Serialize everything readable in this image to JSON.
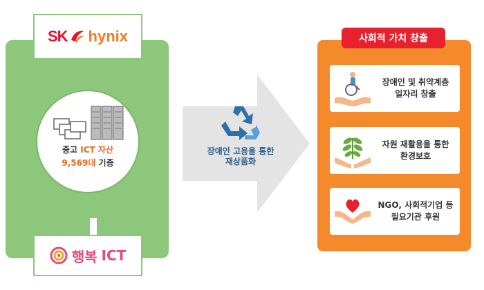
{
  "source": {
    "logo_brand": "SK",
    "logo_sub": "hynix",
    "assets_prefix": "중고 ",
    "assets_highlight": "ICT 자산",
    "count_value": "9,569대",
    "count_suffix": " 기증"
  },
  "recipient": {
    "logo_text": "행복",
    "logo_ict": "ICT"
  },
  "process": {
    "line1": "장애인 고용을 통한",
    "line2": "재상품화"
  },
  "outcomes": {
    "title": "사회적 가치 창출",
    "items": [
      {
        "line1": "장애인 및 취약계층",
        "line2": "일자리 창출",
        "icon": "wheelchair-hands-icon"
      },
      {
        "line1": "자원 재활용을 통한",
        "line2": "환경보호",
        "icon": "sprout-hands-icon"
      },
      {
        "line1": "NGO, 사회적기업 등",
        "line2": "필요기관 후원",
        "icon": "heart-hands-icon"
      }
    ]
  },
  "colors": {
    "green": "#8dc77b",
    "orange": "#f58a2d",
    "red": "#e8212e",
    "grey_arrow": "#e4e4e4",
    "recycle_blue": "#2e6fa7"
  }
}
